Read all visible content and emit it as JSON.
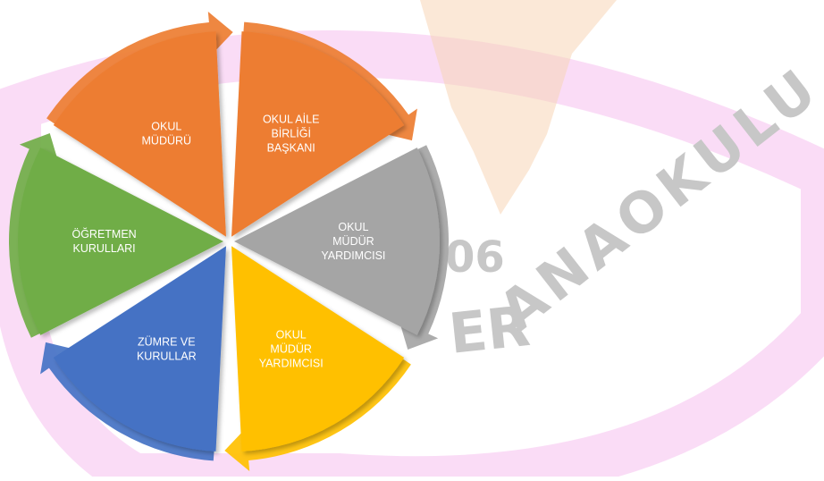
{
  "watermark": {
    "arc_text": "ANAOKULU",
    "partial_text": "ER",
    "number": "06",
    "colors": {
      "ring": "#e94bd0",
      "star": "#f0b27a",
      "text": "#9a9a9a"
    }
  },
  "cycle": {
    "segments": [
      {
        "lines": [
          "OKUL",
          "MÜDÜRÜ"
        ],
        "color": "#ed7d31",
        "arrow": "#ed7d31"
      },
      {
        "lines": [
          "OKUL AİLE",
          "BİRLİĞİ",
          "BAŞKANI"
        ],
        "color": "#ed7d31",
        "arrow": "#ed7d31"
      },
      {
        "lines": [
          "OKUL",
          "MÜDÜR",
          "YARDIMCISI"
        ],
        "color": "#a5a5a5",
        "arrow": "#a5a5a5"
      },
      {
        "lines": [
          "OKUL",
          "MÜDÜR",
          "YARDIMCISI"
        ],
        "color": "#ffc000",
        "arrow": "#ffc000"
      },
      {
        "lines": [
          "ZÜMRE VE",
          "KURULLAR"
        ],
        "color": "#4472c4",
        "arrow": "#4472c4"
      },
      {
        "lines": [
          "ÖĞRETMEN",
          "KURULLARI"
        ],
        "color": "#70ad47",
        "arrow": "#70ad47"
      }
    ]
  }
}
